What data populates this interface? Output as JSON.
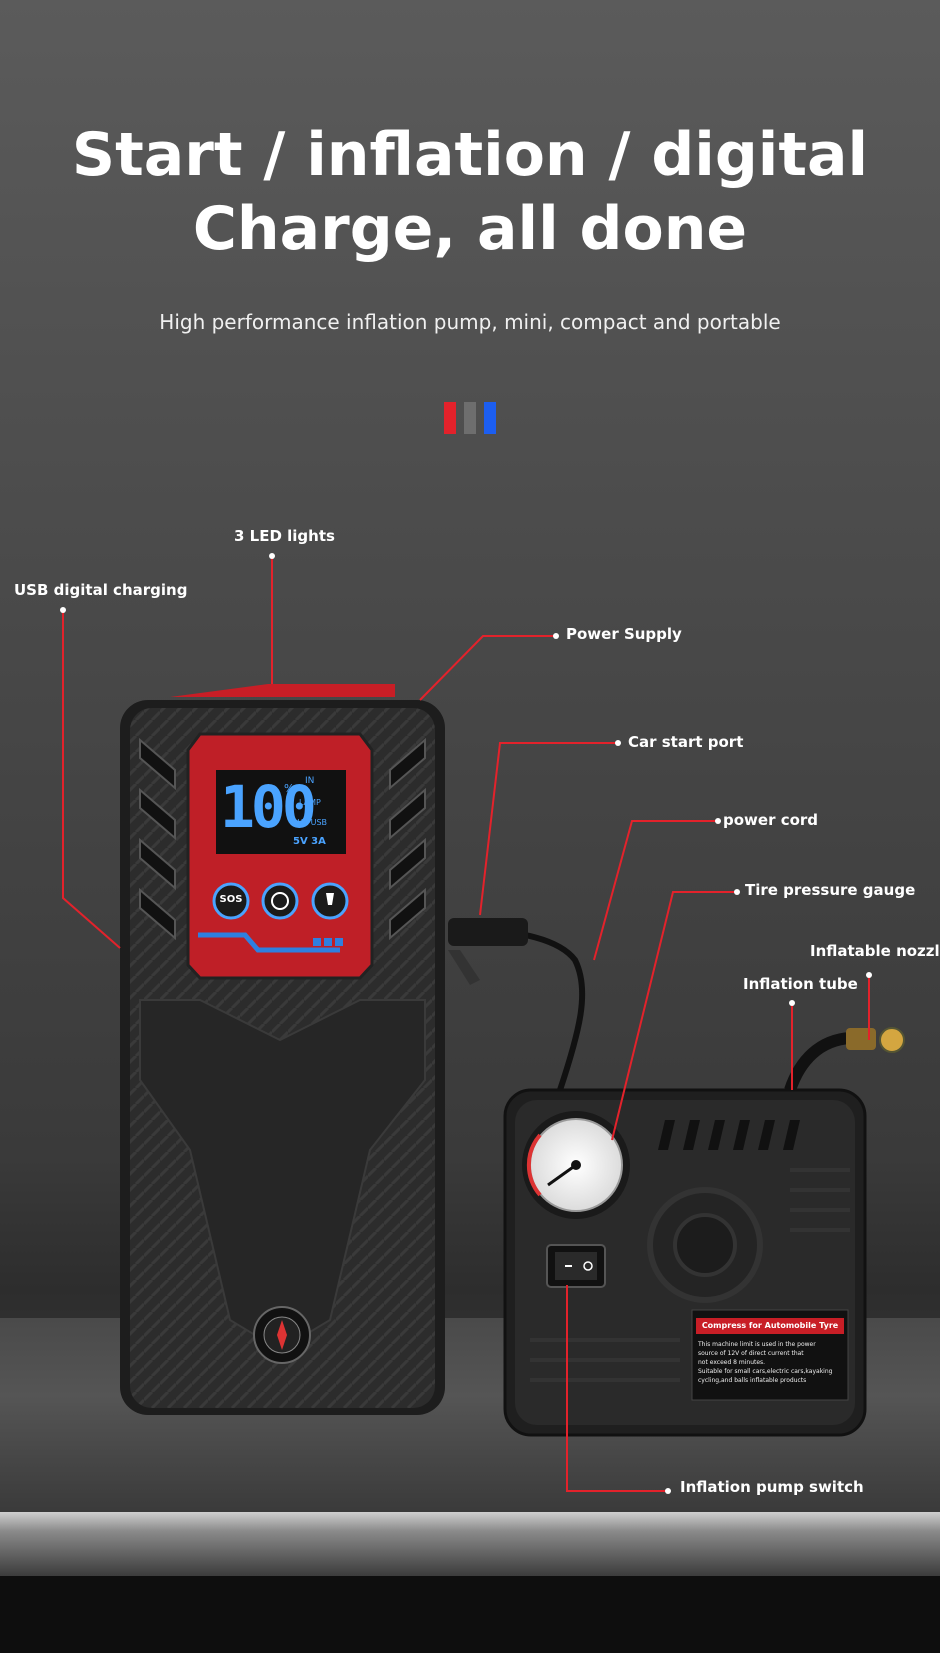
{
  "header": {
    "title_line1": "Start / inflation / digital",
    "title_line2": "Charge, all done",
    "subtitle": "High performance inflation pump, mini, compact and portable"
  },
  "accent_colors": {
    "red": "#e3222b",
    "gray": "#6e6e6e",
    "blue": "#1c5ef0"
  },
  "labels": {
    "led_lights": "3 LED lights",
    "usb_charging": "USB digital charging",
    "power_supply": "Power Supply",
    "car_start_port": "Car start port",
    "power_cord": "power cord",
    "tire_gauge": "Tire pressure gauge",
    "inflatable_nozzle": "Inflatable nozzle",
    "inflation_tube": "Inflation tube",
    "pump_switch": "Inflation pump switch"
  },
  "device_display": {
    "percent": "100",
    "percent_sign": "%",
    "in": "IN",
    "lamp": "LAMP",
    "out_usb": "OUT USB",
    "output": "5V 3A",
    "sos": "SOS"
  },
  "pump_label": {
    "heading": "Compress for Automobile Tyre",
    "line1": "This machine limit is used in the power",
    "line2": "source of 12V of direct current that",
    "line3": "not exceed 8 minutes.",
    "line4": "Suitable for small cars,electric cars,kayaking",
    "line5": "cycling,and balls inflatable products"
  }
}
